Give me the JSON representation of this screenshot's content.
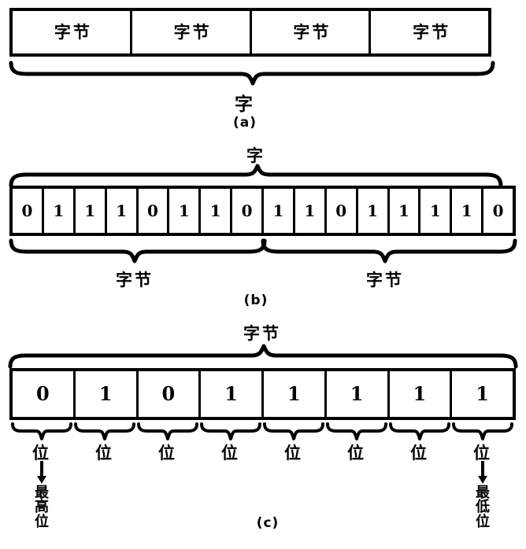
{
  "figure": {
    "title_semantics": "word-byte-bit hierarchy diagram",
    "labels": {
      "word": "字",
      "byte": "字节",
      "bit": "位",
      "msb": "最高位",
      "lsb": "最低位"
    }
  },
  "panels": [
    {
      "id": "a",
      "caption": "(a)",
      "cells": [
        "字节",
        "字节",
        "字节",
        "字节"
      ],
      "bottom_brace_label": "字"
    },
    {
      "id": "b",
      "caption": "(b)",
      "top_brace_label": "字",
      "bits": [
        "0",
        "1",
        "1",
        "1",
        "0",
        "1",
        "1",
        "0",
        "1",
        "1",
        "0",
        "1",
        "1",
        "1",
        "1",
        "0"
      ],
      "bottom_brace_labels": [
        "字节",
        "字节"
      ]
    },
    {
      "id": "c",
      "caption": "(c)",
      "top_brace_label": "字节",
      "bits": [
        "0",
        "1",
        "0",
        "1",
        "1",
        "1",
        "1",
        "1"
      ],
      "bit_labels": [
        "位",
        "位",
        "位",
        "位",
        "位",
        "位",
        "位",
        "位"
      ],
      "msb_label": "最高位",
      "lsb_label": "最低位"
    }
  ],
  "colors": {
    "ink": "#000000",
    "paper": "#ffffff"
  }
}
